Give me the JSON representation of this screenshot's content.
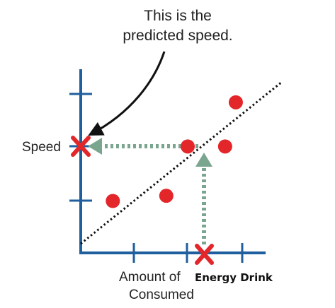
{
  "annotation": {
    "line1": "This is the",
    "line2": "predicted speed."
  },
  "labels": {
    "y_axis": "Speed",
    "x_axis_part1": "Amount of",
    "x_axis_part2": "Energy Drink",
    "x_axis_part3": "Consumed"
  },
  "colors": {
    "axis": "#1f5f9e",
    "point": "#e3262a",
    "marker": "#e3262a",
    "guide_arrow": "#7aa58f",
    "trend_line": "#111111",
    "annotation_arrow": "#111111"
  },
  "icons": {
    "input_marker": "x-mark-icon",
    "output_marker": "x-mark-icon"
  },
  "chart_data": {
    "type": "scatter",
    "description_role": "regression-prediction-diagram",
    "points": [
      {
        "x": 0.6,
        "y": 1.0
      },
      {
        "x": 1.6,
        "y": 1.1
      },
      {
        "x": 2.0,
        "y": 2.05
      },
      {
        "x": 2.7,
        "y": 2.05
      },
      {
        "x": 2.9,
        "y": 2.9
      }
    ],
    "trend_line": {
      "x0": 0.0,
      "y0": 0.15,
      "x1": 3.8,
      "y1": 3.05
    },
    "input_x": 2.3,
    "predicted_y": 2.05,
    "xlim": [
      0,
      3.8
    ],
    "ylim": [
      0,
      3.2
    ],
    "x_ticks": [
      1,
      2,
      2.3,
      3
    ],
    "y_ticks": [
      1,
      2,
      2.05,
      3
    ],
    "grid": false
  }
}
